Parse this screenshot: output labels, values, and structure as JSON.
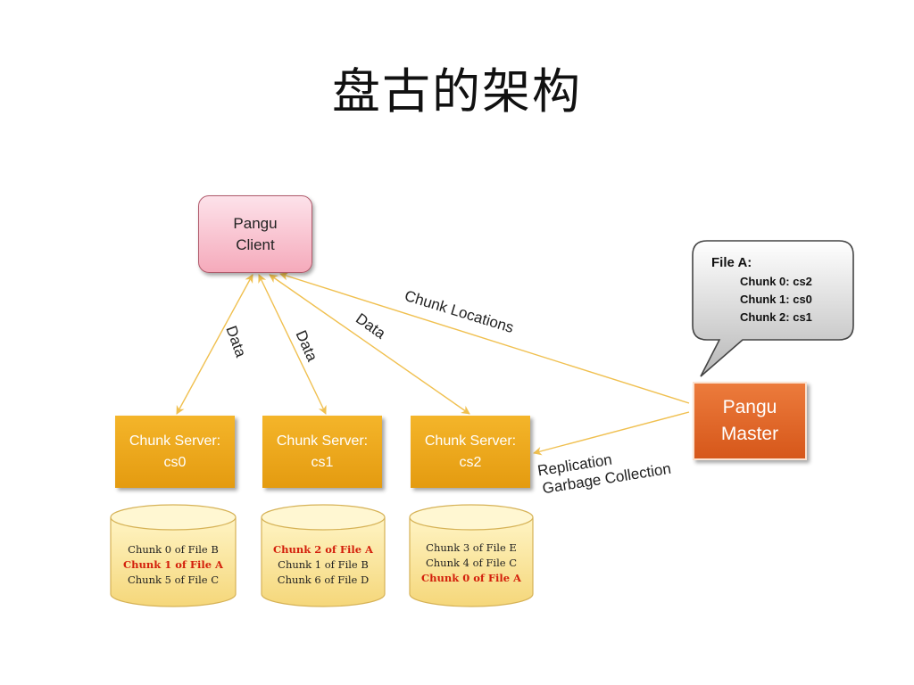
{
  "title": "盘古的架构",
  "client": {
    "line1": "Pangu",
    "line2": "Client"
  },
  "master": {
    "line1": "Pangu",
    "line2": "Master"
  },
  "metadata": {
    "file": "File A:",
    "chunks": [
      "Chunk 0: cs2",
      "Chunk 1: cs0",
      "Chunk 2: cs1"
    ]
  },
  "chunk_servers": [
    {
      "line1": "Chunk Server:",
      "line2": "cs0",
      "chunks": [
        {
          "text": "Chunk 0 of File B",
          "highlight": false
        },
        {
          "text": "Chunk 1 of File A",
          "highlight": true
        },
        {
          "text": "Chunk 5 of File C",
          "highlight": false
        }
      ]
    },
    {
      "line1": "Chunk Server:",
      "line2": "cs1",
      "chunks": [
        {
          "text": "Chunk 2 of File A",
          "highlight": true
        },
        {
          "text": "Chunk 1 of File B",
          "highlight": false
        },
        {
          "text": "Chunk 6 of File D",
          "highlight": false
        }
      ]
    },
    {
      "line1": "Chunk Server:",
      "line2": "cs2",
      "chunks": [
        {
          "text": "Chunk 3 of File E",
          "highlight": false
        },
        {
          "text": "Chunk 4 of File C",
          "highlight": false
        },
        {
          "text": "Chunk 0 of File A",
          "highlight": true
        }
      ]
    }
  ],
  "edge_labels": {
    "data_cs0": "Data",
    "data_cs1": "Data",
    "data_cs2": "Data",
    "chunk_locations": "Chunk Locations",
    "replication": "Replication",
    "garbage_collection": "Garbage Collection"
  },
  "colors": {
    "arrow": "#f0c050",
    "server": "#eba51c",
    "master": "#e06526",
    "client": "#f8bccb",
    "highlight": "#d31f0b"
  }
}
